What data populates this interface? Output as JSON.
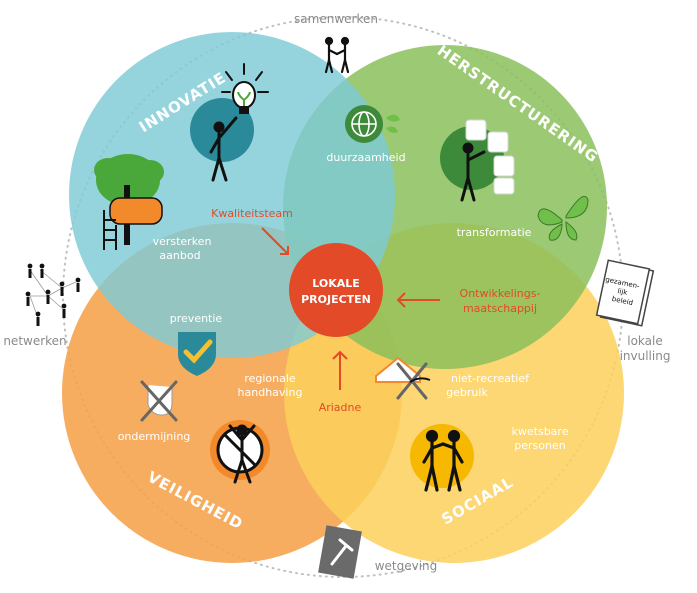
{
  "colors": {
    "innovatie": "#7fcbd6",
    "herstructurering": "#8bbf5a",
    "veiligheid": "#f6a24a",
    "sociaal": "#fbd05a",
    "center": "#e34a27",
    "accent_red": "#e34a27",
    "grey_text": "#8a8a8a"
  },
  "circles": {
    "innovatie": {
      "title": "INNOVATIE"
    },
    "herstructurering": {
      "title": "HERSTRUCTURERING"
    },
    "veiligheid": {
      "title": "VEILIGHEID"
    },
    "sociaal": {
      "title": "SOCIAAL"
    }
  },
  "center": {
    "line1": "LOKALE",
    "line2": "PROJECTEN"
  },
  "outer_labels": {
    "samenwerken": "samenwerken",
    "netwerken": "netwerken",
    "lokale": "lokale",
    "invulling": "invulling",
    "wetgeving": "wetgeving"
  },
  "inner_labels": {
    "duurzaamheid": "duurzaamheid",
    "versterken": "versterken",
    "aanbod": "aanbod",
    "transformatie": "transformatie",
    "preventie": "preventie",
    "regionale": "regionale",
    "handhaving": "handhaving",
    "niet_recreatief": "niet-recreatief",
    "gebruik": "gebruik",
    "ondermijning": "ondermijning",
    "kwetsbare": "kwetsbare",
    "personen": "personen"
  },
  "connectors": {
    "kwaliteitsteam": "Kwaliteitsteam",
    "ontwikkelings_line1": "Ontwikkelings-",
    "ontwikkelings_line2": "maatschappij",
    "ariadne": "Ariadne"
  },
  "book": {
    "line1": "gezamen-",
    "line2": "lijk",
    "line3": "beleid"
  },
  "icons": [
    "handshake-people-icon",
    "person-lightbulb-icon",
    "tree-house-icon",
    "globe-leaf-icon",
    "person-puzzle-icon",
    "butterfly-icon",
    "network-people-icon",
    "policy-book-icon",
    "shield-check-icon",
    "crossed-hand-icon",
    "no-person-sign-icon",
    "crossed-house-icon",
    "two-people-icon",
    "gavel-book-icon"
  ]
}
